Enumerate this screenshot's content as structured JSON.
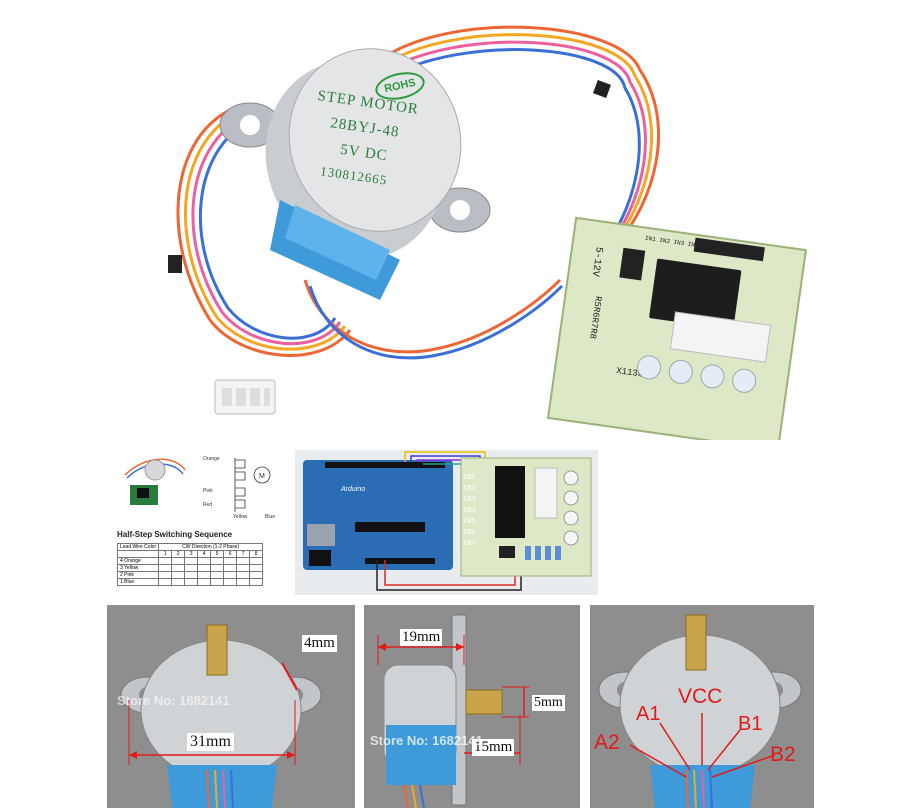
{
  "hero": {
    "rohs_badge": "ROHS",
    "motor_line1": "STEP  MOTOR",
    "motor_line2": "28BYJ-48",
    "motor_line3": "5V    DC",
    "motor_line4": "130812665",
    "board_voltage": "5-12V",
    "board_resistors": "R5R6R7R8",
    "board_code": "X113647",
    "board_in_labels": "IN1 IN2 IN3 IN4"
  },
  "schematic": {
    "title": "Half-Step Switching Sequence",
    "wire_labels": [
      "Orange",
      "Pink",
      "Red",
      "Yellow",
      "Blue"
    ],
    "table_header": [
      "Lead Wire Color",
      "1",
      "2",
      "3",
      "4",
      "5",
      "6",
      "7",
      "8"
    ],
    "table_caption": "CW Direction (1-2 Phase)",
    "table_rows": [
      "4 Orange",
      "3 Yellow",
      "2 Pink",
      "1 Blue"
    ]
  },
  "wiring": {
    "board_label": "Arduino",
    "in_labels": [
      "IN1",
      "IN2",
      "IN3",
      "IN4",
      "IN5",
      "IN6",
      "IN7"
    ]
  },
  "dims": {
    "width_label": "4mm",
    "base_label": "31mm",
    "depth_label": "19mm",
    "shaft_label": "5mm",
    "shaft_len_label": "15mm",
    "watermark": "Store No: 1682141"
  },
  "pins": {
    "vcc": "VCC",
    "a1": "A1",
    "b1": "B1",
    "a2": "A2",
    "b2": "B2"
  }
}
